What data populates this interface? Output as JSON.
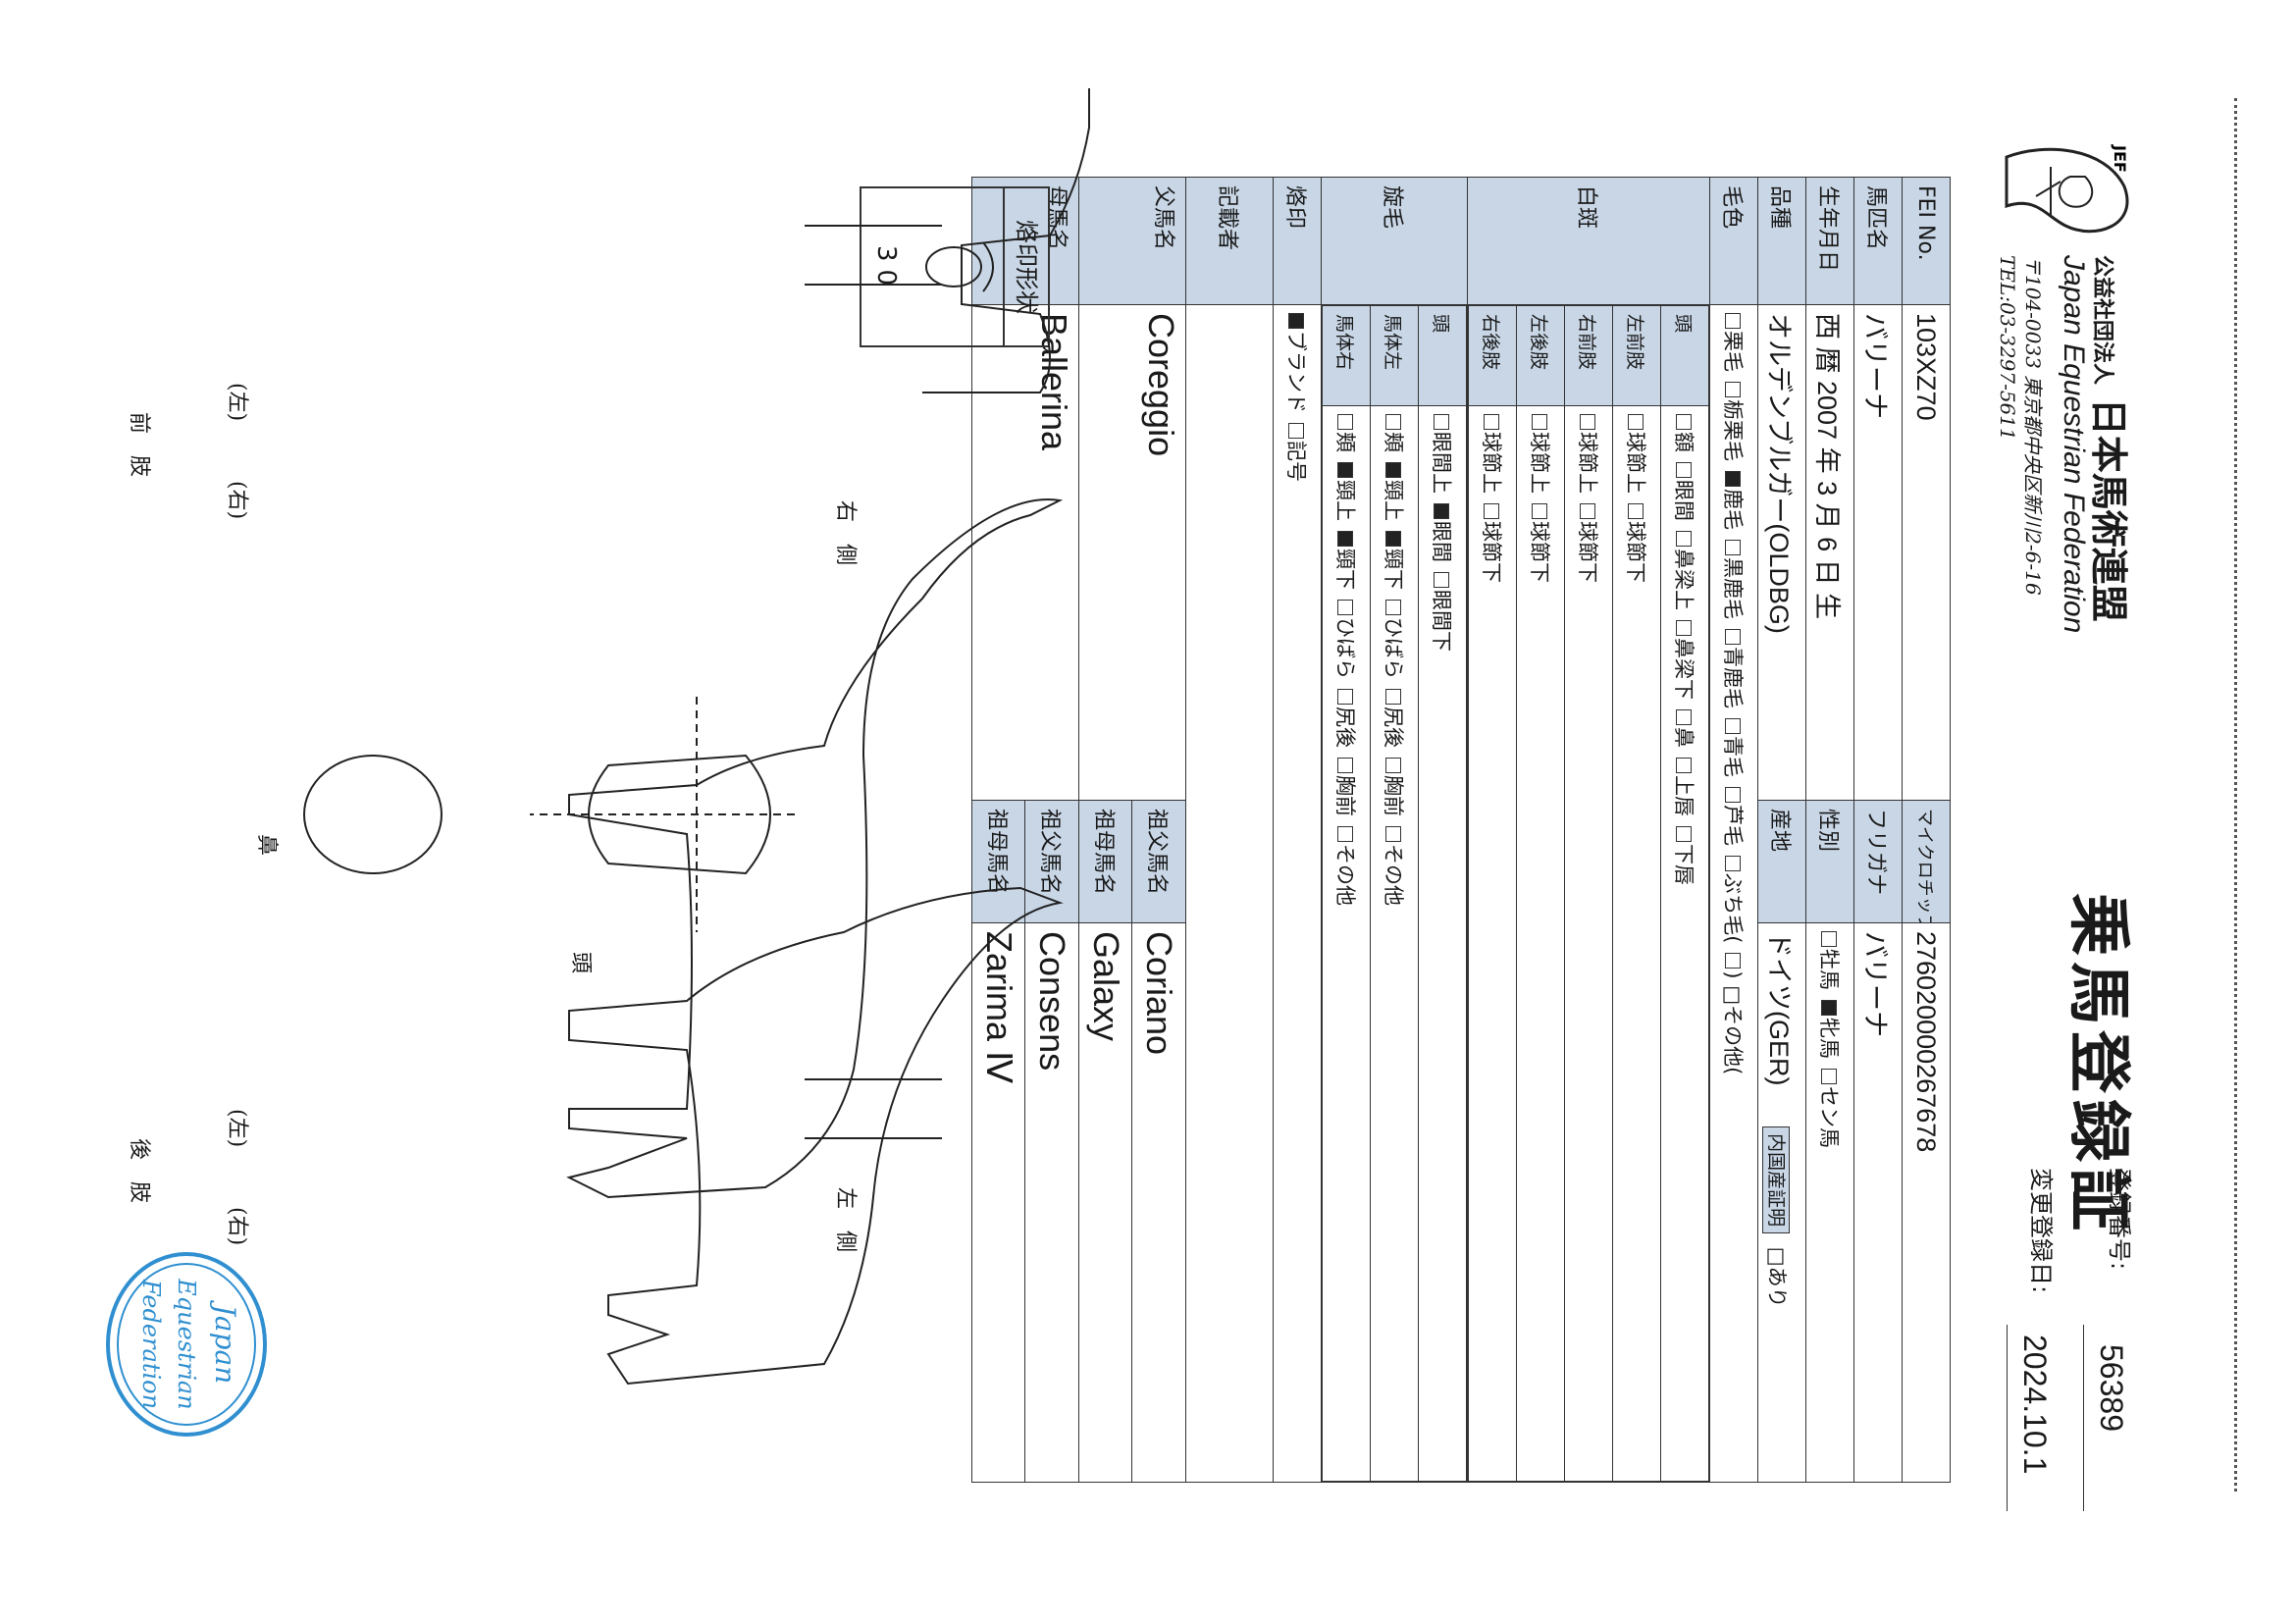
{
  "header": {
    "org_prefix": "公益社団法人",
    "org_name": "日本馬術連盟",
    "org_en": "Japan Equestrian Federation",
    "address": "〒104-0033 東京都中央区新川2-6-16",
    "tel": "TEL:03-3297-5611",
    "logo_text": "JEF",
    "title": "乗馬登録証",
    "reg_no_label": "登録番号:",
    "reg_no": "56389",
    "change_label": "変更登録日:",
    "change_date": "2024.10.1"
  },
  "labels": {
    "fei": "FEI No.",
    "microchip": "マイクロチップNo.",
    "name": "馬匹名",
    "furigana": "フリガナ",
    "birth": "生年月日",
    "sex": "性別",
    "breed": "品種",
    "origin": "産地",
    "domestic": "内国産証明",
    "coat": "毛色",
    "white": "白斑",
    "whorl": "旋毛",
    "brand": "烙印",
    "recorder": "記載者",
    "sire": "父馬名",
    "dam": "母馬名",
    "gsire": "祖父馬名",
    "gdam": "祖母馬名"
  },
  "values": {
    "fei": "103XZ70",
    "microchip": "276020000267678",
    "name": "バリーナ",
    "furigana": "バリーナ",
    "birth": "西 暦 2007 年 3 月 6 日 生",
    "breed": "オルデンブルガー(OLDBG)",
    "origin": "ドイツ(GER)",
    "domestic_opt": "□あり",
    "sire": "Coreggio",
    "dam": "Ballerina",
    "sire_gsire": "Coriano",
    "sire_gdam": "Galaxy",
    "dam_gsire": "Consens",
    "dam_gdam": "Zarima Ⅳ"
  },
  "sex_options": [
    {
      "label": "牡馬",
      "checked": false
    },
    {
      "label": "牝馬",
      "checked": true
    },
    {
      "label": "セン馬",
      "checked": false
    }
  ],
  "coat_options": [
    {
      "label": "栗毛",
      "checked": false
    },
    {
      "label": "栃栗毛",
      "checked": false
    },
    {
      "label": "鹿毛",
      "checked": true
    },
    {
      "label": "黒鹿毛",
      "checked": false
    },
    {
      "label": "青鹿毛",
      "checked": false
    },
    {
      "label": "青毛",
      "checked": false
    },
    {
      "label": "芦毛",
      "checked": false
    },
    {
      "label": "ぶち毛(",
      "checked": false
    },
    {
      "label": ") □その他(",
      "checked": false
    }
  ],
  "white_rows": [
    {
      "part": "頭",
      "opts": [
        "額",
        "眼間",
        "鼻梁上",
        "鼻梁下",
        "鼻",
        "上唇",
        "下唇"
      ]
    },
    {
      "part": "左前肢",
      "opts": [
        "球節上",
        "球節下"
      ]
    },
    {
      "part": "右前肢",
      "opts": [
        "球節上",
        "球節下"
      ]
    },
    {
      "part": "左後肢",
      "opts": [
        "球節上",
        "球節下"
      ]
    },
    {
      "part": "右後肢",
      "opts": [
        "球節上",
        "球節下"
      ]
    }
  ],
  "whorl_rows": [
    {
      "part": "頭",
      "opts": [
        {
          "l": "眼間上",
          "c": false
        },
        {
          "l": "眼間",
          "c": true
        },
        {
          "l": "眼間下",
          "c": false
        }
      ]
    },
    {
      "part": "馬体左",
      "opts": [
        {
          "l": "頬",
          "c": false
        },
        {
          "l": "頸上",
          "c": true
        },
        {
          "l": "頸下",
          "c": true
        },
        {
          "l": "ひばら",
          "c": false
        },
        {
          "l": "尻後",
          "c": false
        },
        {
          "l": "胸前",
          "c": false
        },
        {
          "l": "その他",
          "c": false
        }
      ]
    },
    {
      "part": "馬体右",
      "opts": [
        {
          "l": "頬",
          "c": false
        },
        {
          "l": "頸上",
          "c": true
        },
        {
          "l": "頸下",
          "c": true
        },
        {
          "l": "ひばら",
          "c": false
        },
        {
          "l": "尻後",
          "c": false
        },
        {
          "l": "胸前",
          "c": false
        },
        {
          "l": "その他",
          "c": false
        }
      ]
    }
  ],
  "brand_options": [
    {
      "label": "ブランド",
      "checked": true
    },
    {
      "label": "記号",
      "checked": false
    }
  ],
  "drawings": {
    "brand_shape_label": "烙印形状",
    "brand_mark": "30",
    "right_side": "右　側",
    "left_side": "左　側",
    "head": "頭",
    "muzzle": "鼻",
    "fore_legs": "前　肢",
    "hind_legs": "後　肢",
    "left": "(左)",
    "right": "(右)",
    "seal_lines": [
      "Japan",
      "Equestrian",
      "Federation"
    ]
  }
}
